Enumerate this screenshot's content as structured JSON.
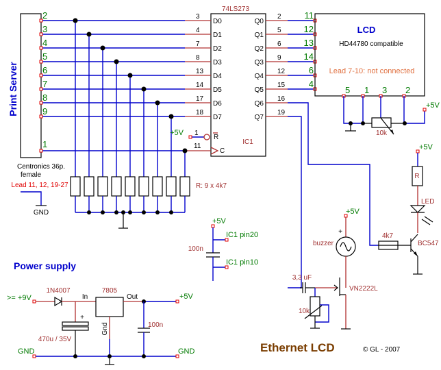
{
  "title": "Ethernet LCD",
  "copyright": "© GL - 2007",
  "connector": {
    "label": "Print Server",
    "name": "Centronics 36p.",
    "gender": "female",
    "pins": [
      "2",
      "3",
      "4",
      "5",
      "6",
      "7",
      "8",
      "9"
    ],
    "strobe_pin": "1",
    "ground_note": "Lead 11, 12, 19-27",
    "gnd_label": "GND"
  },
  "ic1": {
    "part": "74LS273",
    "ref": "IC1",
    "d_pins": [
      {
        "num": "3",
        "name": "D0"
      },
      {
        "num": "4",
        "name": "D1"
      },
      {
        "num": "7",
        "name": "D2"
      },
      {
        "num": "8",
        "name": "D3"
      },
      {
        "num": "13",
        "name": "D4"
      },
      {
        "num": "14",
        "name": "D5"
      },
      {
        "num": "17",
        "name": "D6"
      },
      {
        "num": "18",
        "name": "D7"
      }
    ],
    "q_pins": [
      {
        "num": "2",
        "name": "Q0"
      },
      {
        "num": "5",
        "name": "Q1"
      },
      {
        "num": "6",
        "name": "Q2"
      },
      {
        "num": "9",
        "name": "Q3"
      },
      {
        "num": "12",
        "name": "Q4"
      },
      {
        "num": "15",
        "name": "Q5"
      },
      {
        "num": "16",
        "name": "Q6"
      },
      {
        "num": "19",
        "name": "Q7"
      }
    ],
    "reset": {
      "num": "1",
      "name": "R",
      "supply": "+5V"
    },
    "clock": {
      "num": "11",
      "name": "C"
    }
  },
  "resistor_array": "R: 9 x 4k7",
  "lcd": {
    "title": "LCD",
    "subtitle": "HD44780 compatible",
    "note": "Lead 7-10: not connected",
    "data_pins": [
      "11",
      "12",
      "13",
      "14",
      "6",
      "4"
    ],
    "bottom_pins": [
      "5",
      "1",
      "3",
      "2"
    ],
    "pot": "10k",
    "supply": "+5V"
  },
  "decoupling": {
    "supply": "+5V",
    "cap": "100n",
    "pin20": "IC1 pin20",
    "pin10": "IC1 pin10"
  },
  "led_driver": {
    "supply": "+5V",
    "resistor": "R",
    "led": "LED",
    "base_resistor": "4k7",
    "transistor": "BC547"
  },
  "buzzer_driver": {
    "supply": "+5V",
    "plus": "+",
    "buzzer": "buzzer",
    "cap": "3,3 uF",
    "pot": "10k",
    "mosfet": "VN2222L"
  },
  "power_supply": {
    "title": "Power supply",
    "input": ">=  +9V",
    "diode": "1N4007",
    "in_label": "In",
    "regulator": "7805",
    "out_label": "Out",
    "gnd_pin": "Gnd",
    "elcap": "470u / 35V",
    "plus": "+",
    "cap": "100n",
    "output": "+5V",
    "gnd_left": "GND",
    "gnd_right": "GND"
  }
}
